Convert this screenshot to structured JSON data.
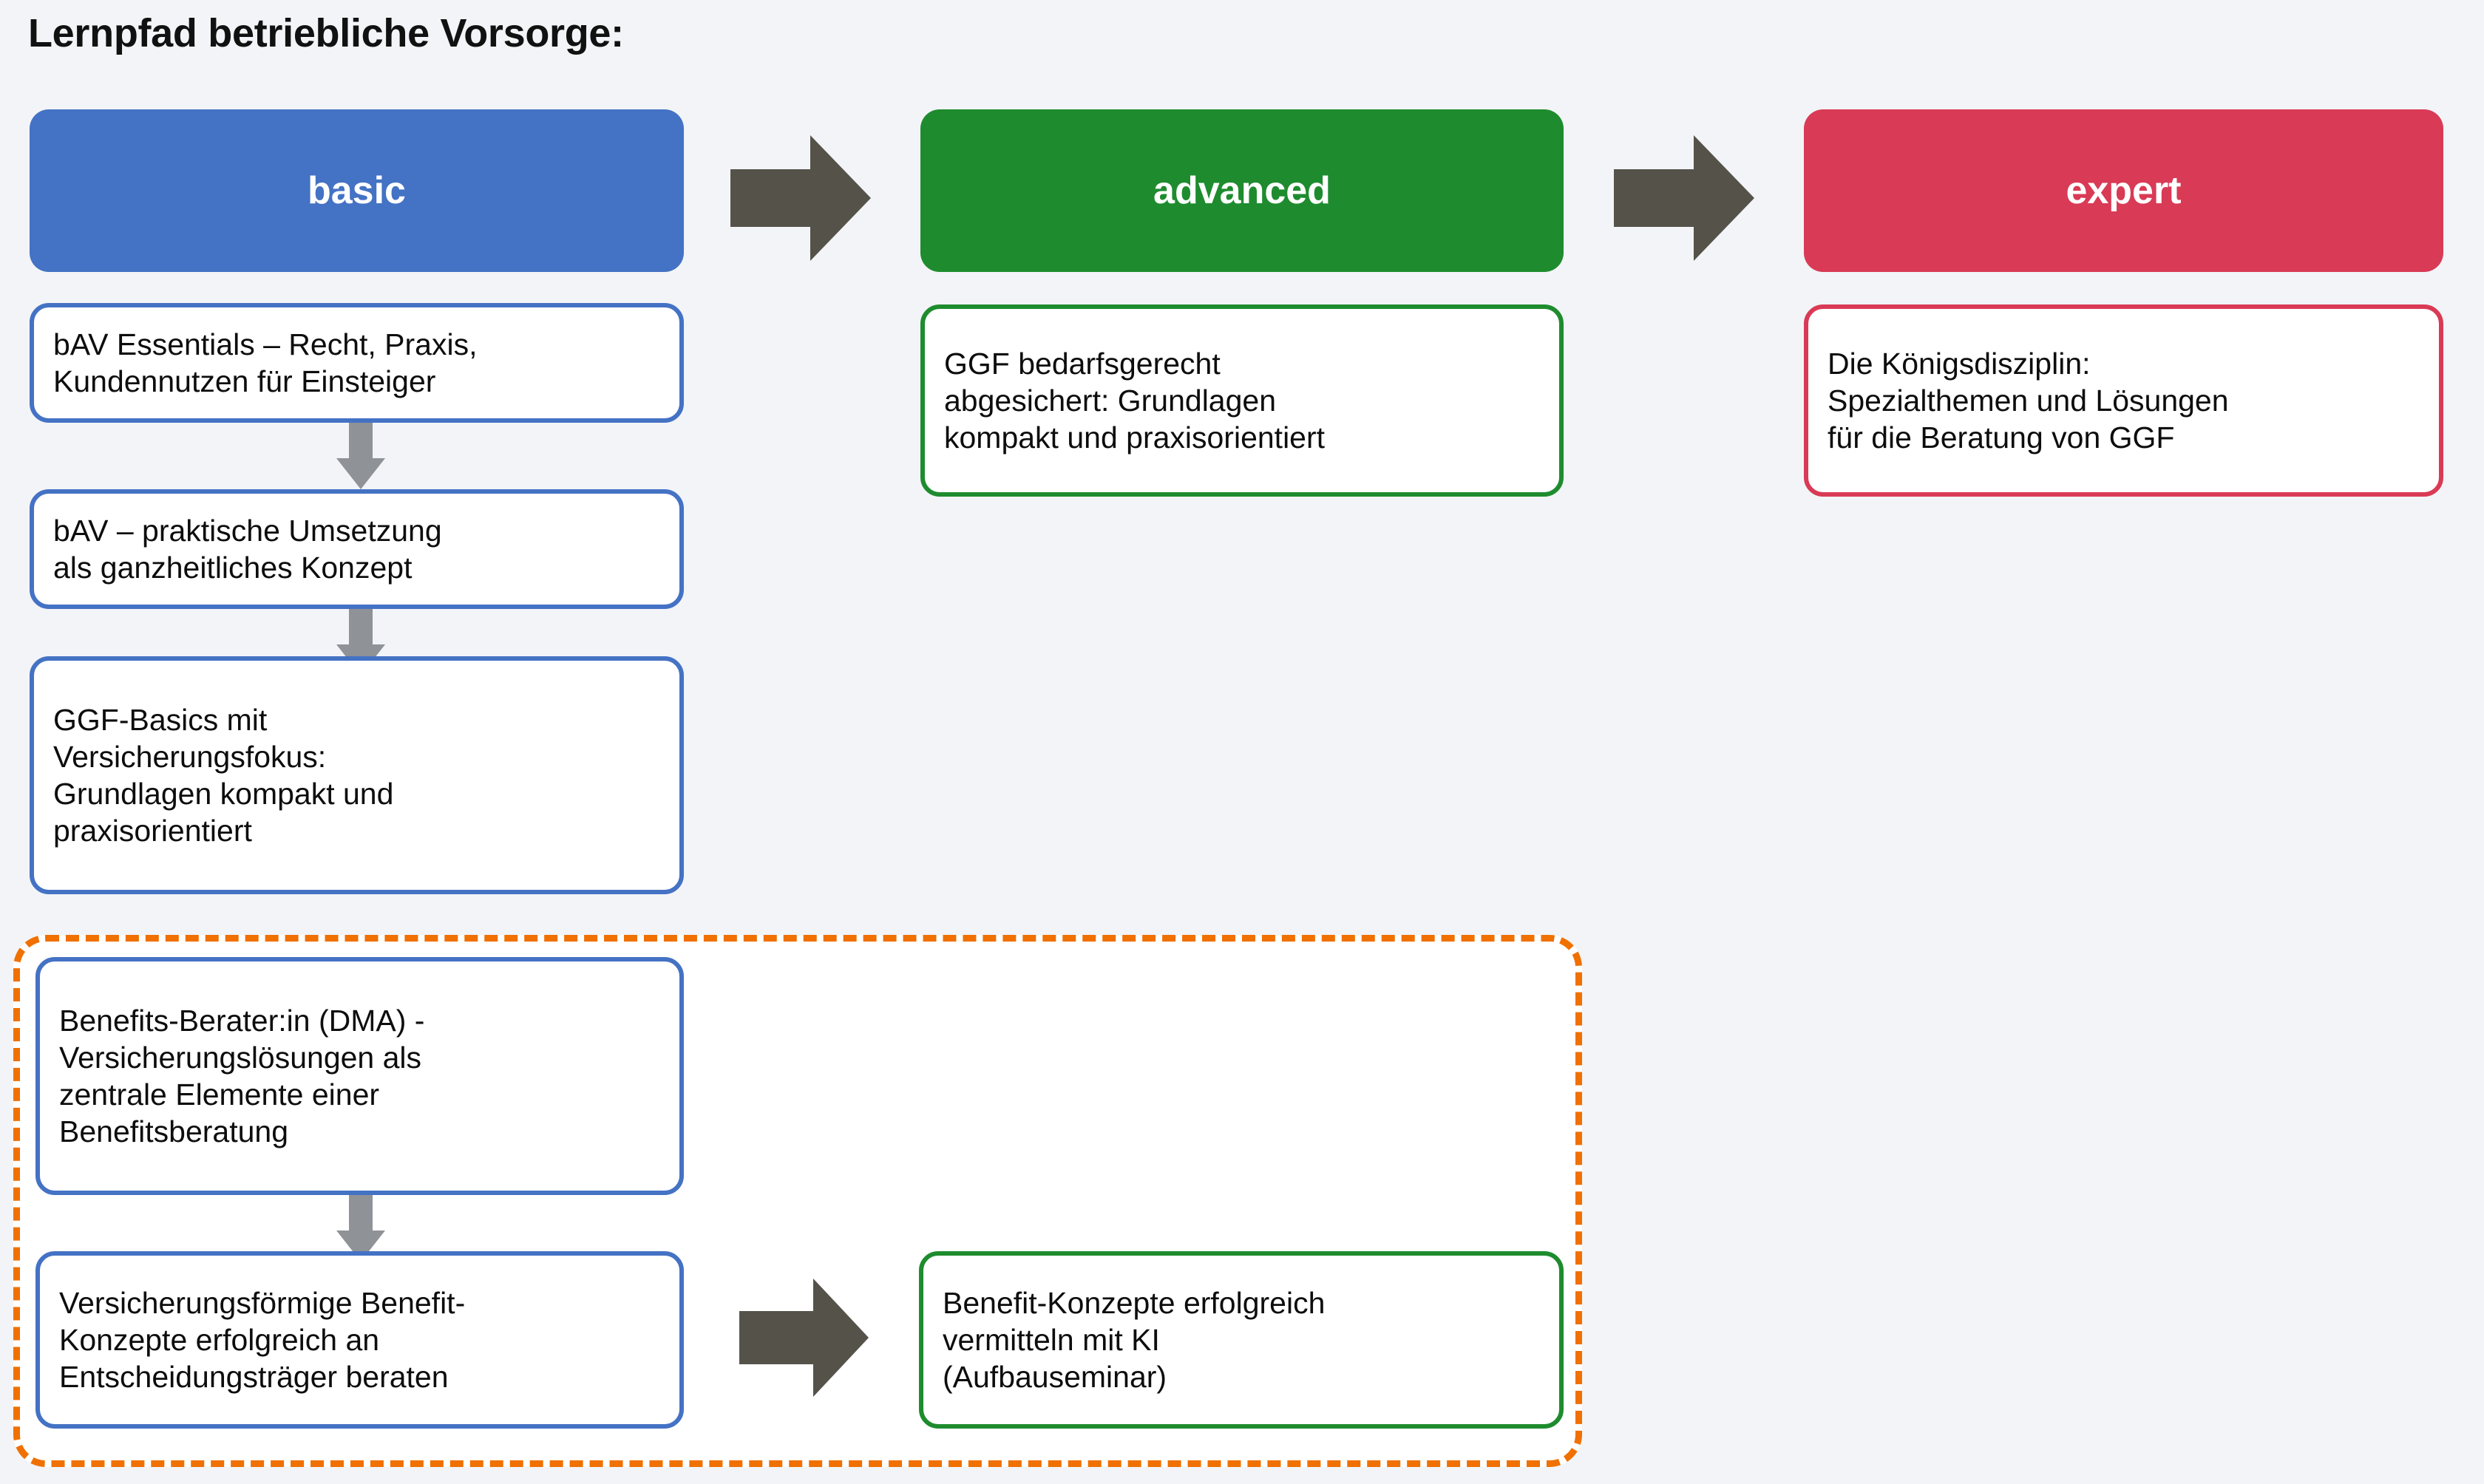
{
  "page": {
    "title": "Lernpfad betriebliche Vorsorge:",
    "background_color": "#f2f4f7"
  },
  "colors": {
    "basic": "#4472c4",
    "advanced": "#1e8c2e",
    "expert": "#d93a55",
    "arrow_dark": "#55524a",
    "arrow_gray": "#8f9296",
    "group_dashed": "#f07000",
    "card_background": "#ffffff",
    "text": "#0d0d0d"
  },
  "columns": [
    {
      "id": "basic",
      "label": "basic",
      "color": "#4472c4"
    },
    {
      "id": "advanced",
      "label": "advanced",
      "color": "#1e8c2e"
    },
    {
      "id": "expert",
      "label": "expert",
      "color": "#d93a55"
    }
  ],
  "stage_arrows": [
    {
      "id": "basic-to-advanced",
      "direction": "right"
    },
    {
      "id": "advanced-to-expert",
      "direction": "right"
    }
  ],
  "cards": {
    "basic_1": "bAV Essentials – Recht, Praxis,\nKundennutzen für Einsteiger",
    "basic_2": "bAV – praktische Umsetzung\nals ganzheitliches Konzept",
    "basic_3": "GGF-Basics mit\nVersicherungsfokus:\nGrundlagen kompakt und\npraxisorientiert",
    "advanced_1": "GGF bedarfsgerecht\nabgesichert: Grundlagen\nkompakt und praxisorientiert",
    "expert_1": "Die Königsdisziplin:\nSpezialthemen und Lösungen\nfür die Beratung von GGF",
    "group_basic_1": "Benefits-Berater:in (DMA) -\nVersicherungslösungen als\nzentrale Elemente einer\nBenefitsberatung",
    "group_basic_2": "Versicherungsförmige Benefit-\nKonzepte erfolgreich an\nEntscheidungsträger beraten",
    "group_advanced_1": "Benefit-Konzepte erfolgreich\nvermitteln mit KI\n(Aufbauseminar)"
  },
  "flow_arrows": [
    {
      "id": "basic-1-to-2",
      "direction": "down"
    },
    {
      "id": "basic-2-to-3",
      "direction": "down"
    },
    {
      "id": "group-basic-1-to-2",
      "direction": "down"
    },
    {
      "id": "group-basic-to-advanced",
      "direction": "right"
    }
  ],
  "group": {
    "id": "benefits-group",
    "border_style": "dashed",
    "border_color": "#f07000"
  }
}
